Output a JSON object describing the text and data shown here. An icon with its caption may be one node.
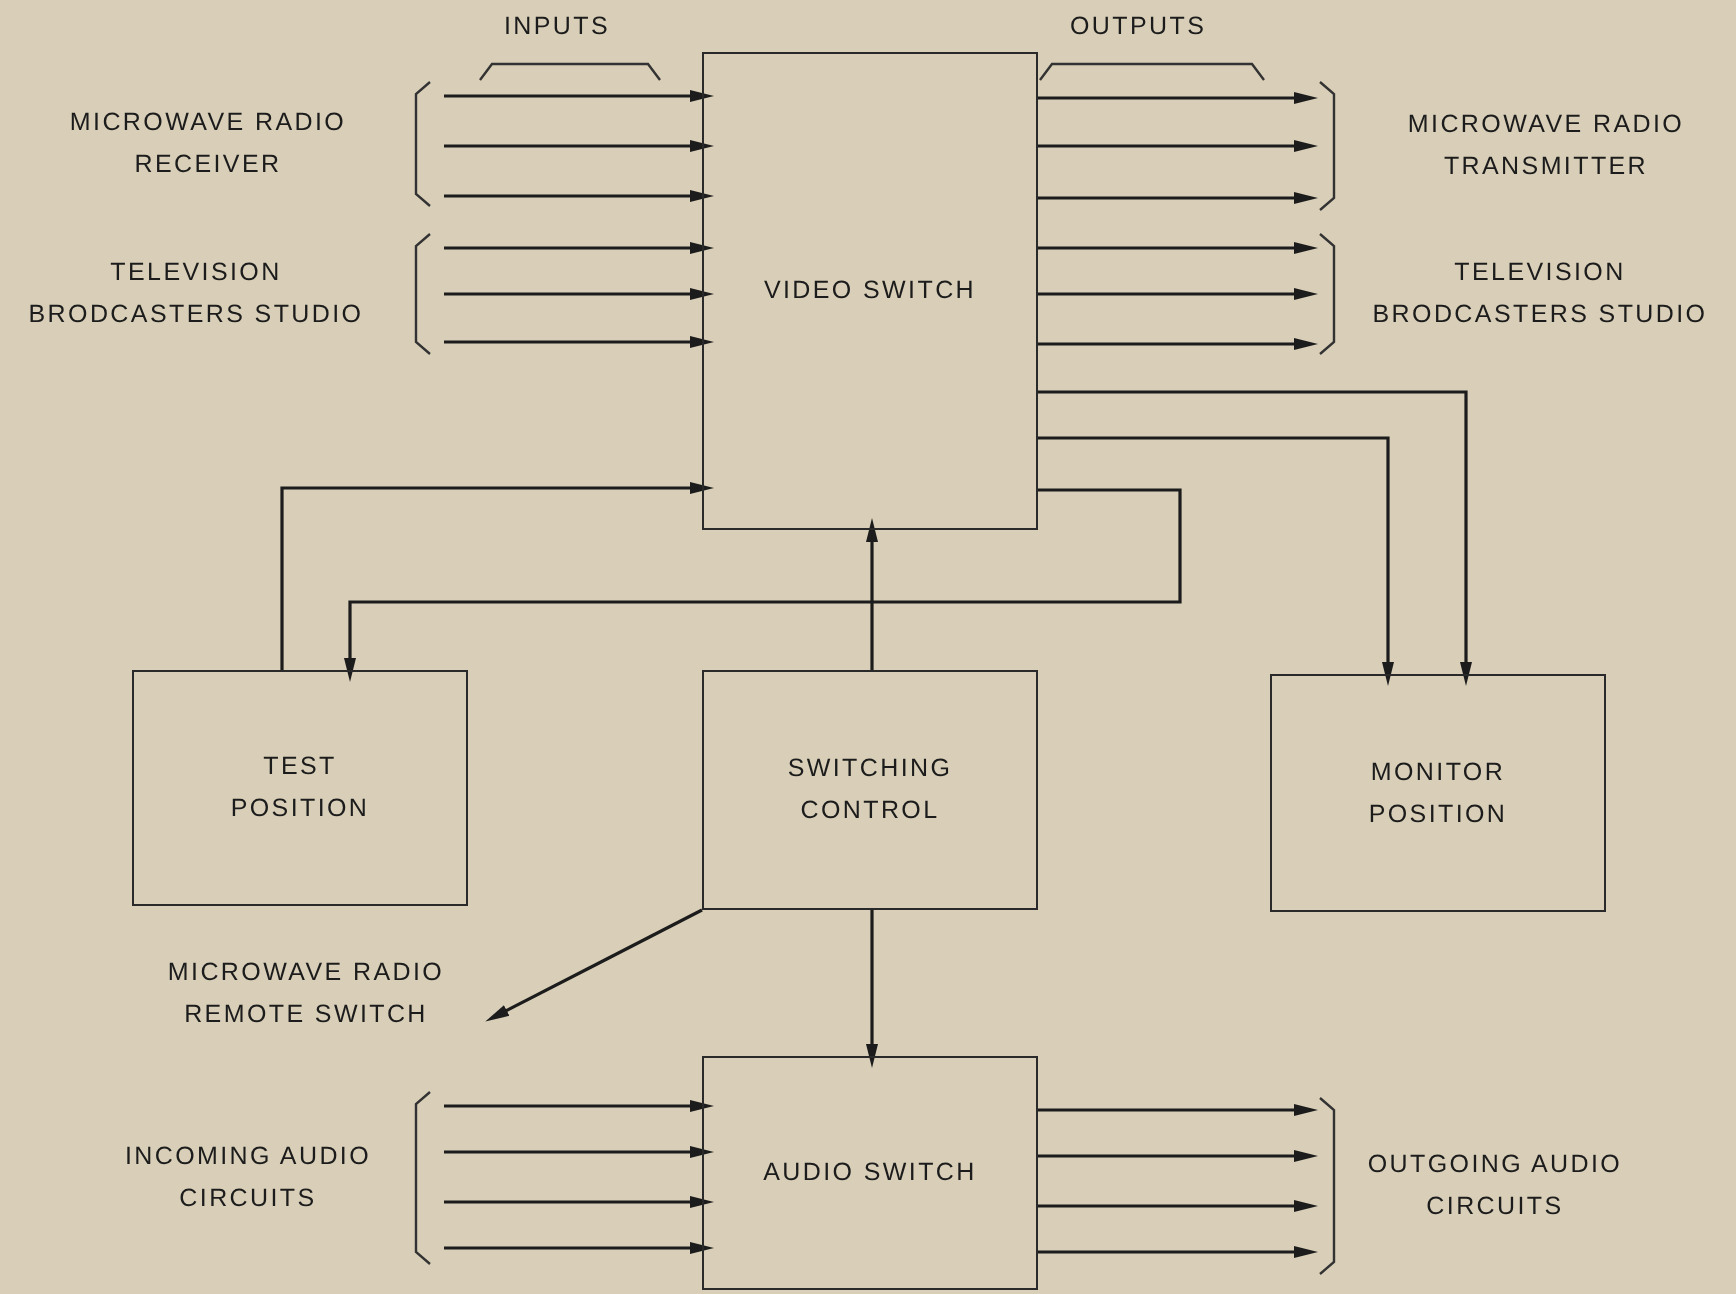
{
  "diagram": {
    "nodes": [
      {
        "text": [
          "VIDEO SWITCH"
        ]
      },
      {
        "text": [
          "TEST POSITION"
        ]
      },
      {
        "text": [
          "SWITCHING CONTROL"
        ]
      },
      {
        "text": [
          "MONITOR POSITION"
        ]
      },
      {
        "text": [
          "AUDIO SWITCH"
        ]
      },
      {
        "text": [
          "MICROWAVE RADIO REMOTE SWITCH"
        ]
      },
      {
        "text": [
          "MICROWAVE RADIO RECEIVER"
        ]
      },
      {
        "text": [
          "TELEVISION BRODCASTERS STUDIO"
        ]
      },
      {
        "text": [
          "MICROWAVE RADIO TRANSMITTER"
        ]
      },
      {
        "text": [
          "TELEVISION BRODCASTERS STUDIO"
        ]
      },
      {
        "text": [
          "INCOMING AUDIO CIRCUITS"
        ]
      },
      {
        "text": [
          "OUTGOING AUDIO CIRCUITS"
        ]
      }
    ],
    "edges": [
      {
        "from": 6,
        "to": 0,
        "arrow": "to"
      },
      {
        "from": 6,
        "to": 0,
        "arrow": "to"
      },
      {
        "from": 6,
        "to": 0,
        "arrow": "to"
      },
      {
        "from": 7,
        "to": 0,
        "arrow": "to"
      },
      {
        "from": 7,
        "to": 0,
        "arrow": "to"
      },
      {
        "from": 7,
        "to": 0,
        "arrow": "to"
      },
      {
        "from": 0,
        "to": 8,
        "arrow": "to"
      },
      {
        "from": 0,
        "to": 8,
        "arrow": "to"
      },
      {
        "from": 0,
        "to": 8,
        "arrow": "to"
      },
      {
        "from": 0,
        "to": 9,
        "arrow": "to"
      },
      {
        "from": 0,
        "to": 9,
        "arrow": "to"
      },
      {
        "from": 0,
        "to": 9,
        "arrow": "to"
      },
      {
        "from": 0,
        "to": 3,
        "arrow": "to"
      },
      {
        "from": 0,
        "to": 3,
        "arrow": "to"
      },
      {
        "from": 0,
        "to": 1,
        "arrow": "to"
      },
      {
        "from": 1,
        "to": 0,
        "arrow": "to"
      },
      {
        "from": 2,
        "to": 0,
        "arrow": "to"
      },
      {
        "from": 2,
        "to": 5,
        "arrow": "to"
      },
      {
        "from": 2,
        "to": 4,
        "arrow": "to"
      },
      {
        "from": 10,
        "to": 4,
        "arrow": "to"
      },
      {
        "from": 10,
        "to": 4,
        "arrow": "to"
      },
      {
        "from": 10,
        "to": 4,
        "arrow": "to"
      },
      {
        "from": 10,
        "to": 4,
        "arrow": "to"
      },
      {
        "from": 4,
        "to": 11,
        "arrow": "to"
      },
      {
        "from": 4,
        "to": 11,
        "arrow": "to"
      },
      {
        "from": 4,
        "to": 11,
        "arrow": "to"
      },
      {
        "from": 4,
        "to": 11,
        "arrow": "to"
      }
    ],
    "labels": [
      "INPUTS",
      "OUTPUTS"
    ]
  }
}
